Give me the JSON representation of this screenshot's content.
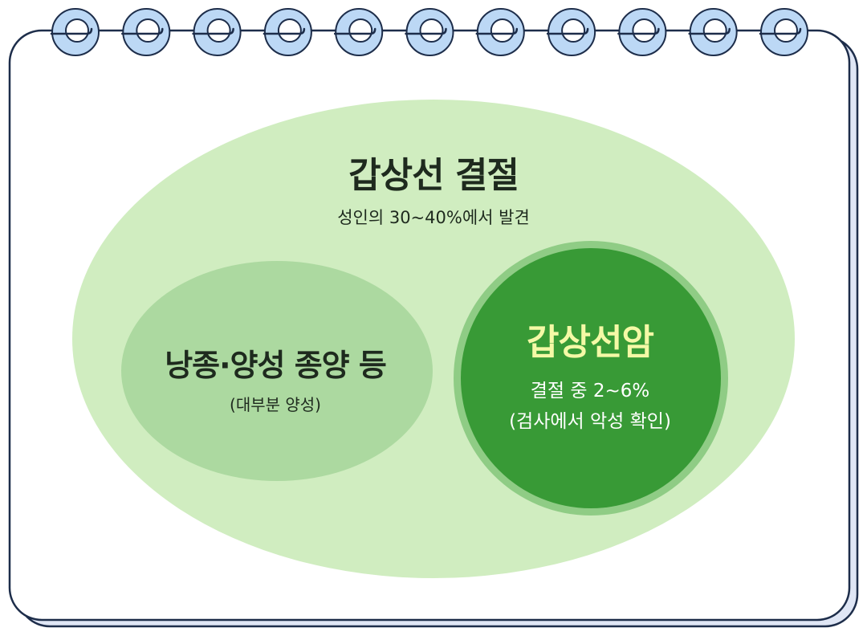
{
  "colors": {
    "notebook_border": "#1d2d4a",
    "notebook_shadow": "#dfe6f5",
    "ring_fill": "#bcd8f5",
    "outer_ellipse": "#d0edc0",
    "benign_ellipse": "#acd9a0",
    "cancer_ring": "#8fcc85",
    "cancer_circle": "#389a36",
    "cancer_title": "#f4f9a6"
  },
  "icons": [
    "spiral-binding-ring-icon"
  ],
  "diagram": {
    "outer": {
      "title": "갑상선 결절",
      "subtitle": "성인의 30~40%에서 발견"
    },
    "benign": {
      "title": "낭종·양성 종양 등",
      "subtitle": "(대부분 양성)"
    },
    "cancer": {
      "title": "갑상선암",
      "line1": "결절 중 2~6%",
      "line2": "(검사에서 악성 확인)"
    }
  }
}
